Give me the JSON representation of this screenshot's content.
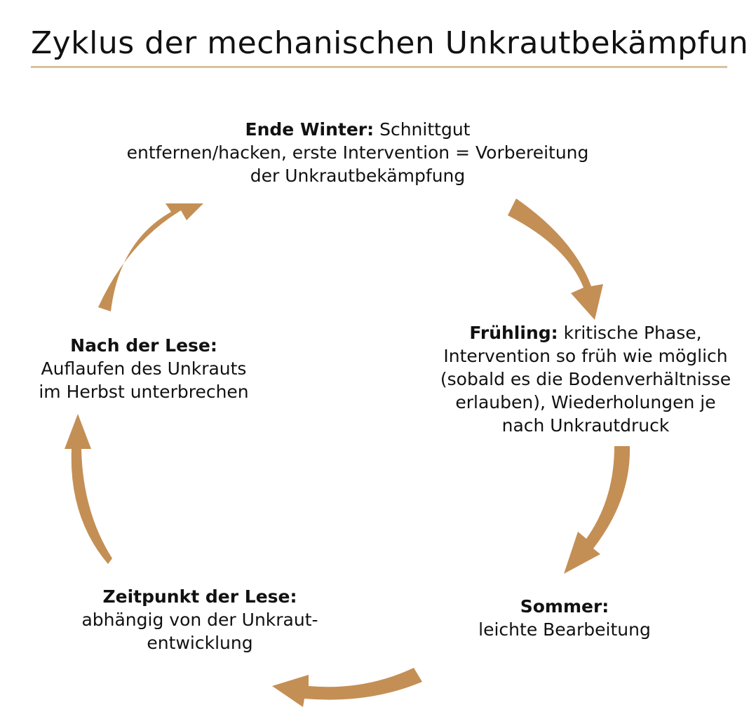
{
  "title": "Zyklus der mechanischen Unkrautbekämpfung",
  "colors": {
    "arrow": "#c48f55",
    "rule": "#d8c29e",
    "text": "#111111"
  },
  "stages": {
    "winter": {
      "heading": "Ende Winter:",
      "lines": [
        "Schnittgut",
        "entfernen/hacken, erste Intervention = Vorbereitung",
        "der Unkrautbekämpfung"
      ]
    },
    "fruehling": {
      "heading": "Frühling:",
      "lines": [
        "kritische Phase,",
        "Intervention so früh wie möglich",
        "(sobald es die Bodenverhältnisse",
        "erlauben), Wiederholungen je",
        "nach Unkrautdruck"
      ]
    },
    "sommer": {
      "heading": "Sommer:",
      "lines": [
        "leichte Bearbeitung"
      ]
    },
    "lese": {
      "heading": "Zeitpunkt der Lese:",
      "lines": [
        "abhängig von der Unkraut-",
        "entwicklung"
      ]
    },
    "nach": {
      "heading": "Nach der Lese:",
      "lines": [
        "Auflaufen des Unkrauts",
        "im Herbst unterbrechen"
      ]
    }
  },
  "cycle_arrows": [
    "winter-to-fruehling",
    "fruehling-to-sommer",
    "sommer-to-lese",
    "lese-to-nach",
    "nach-to-winter"
  ]
}
